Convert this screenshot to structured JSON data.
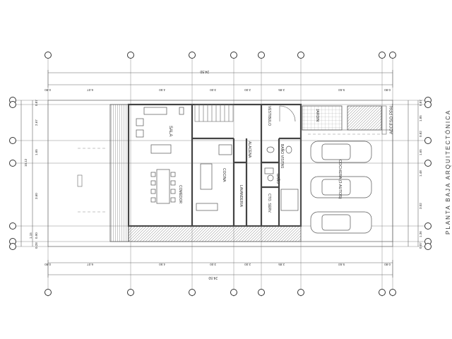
{
  "title": "PLANTA BAJA ARQUITECTÓNICA",
  "rooms": {
    "sala": "SALA",
    "comedor": "COMEDOR",
    "cocina": "COCINA",
    "vestibulo": "VESTIBULO",
    "alacena": "ALACENA",
    "bano_visitas": "BAÑO VISITAS",
    "bano": "BAÑO",
    "lavanderia": "LAVANDERIA",
    "cto_serv": "CTO. SERV.",
    "cochera": "COCHERA (3 AUTOS)",
    "jardin": "JARDIN",
    "acceso": "ACCESO PPAL."
  },
  "dims_top": {
    "total": "24.50",
    "segments": [
      "0.80",
      "6.07",
      "4.50",
      "3.00",
      "2.00",
      "2.85",
      "5.93",
      "0.80"
    ]
  },
  "dims_bottom": {
    "total": "24.50",
    "segments": [
      "0.80",
      "6.07",
      "4.50",
      "3.00",
      "2.00",
      "2.85",
      "5.93",
      "0.80"
    ]
  },
  "dims_left": {
    "total": "10.12",
    "segments": [
      "0.87",
      "2.67",
      "1.65",
      "3.60",
      "0.90",
      "1.15",
      "0.28"
    ]
  },
  "dims_right": {
    "segments": [
      "0.87",
      "1.85",
      "0.82",
      "1.65",
      "1.48",
      "3.02",
      "1.36",
      "0.87"
    ]
  },
  "colors": {
    "line": "#444444",
    "hatch": "#666666",
    "background": "#ffffff"
  }
}
